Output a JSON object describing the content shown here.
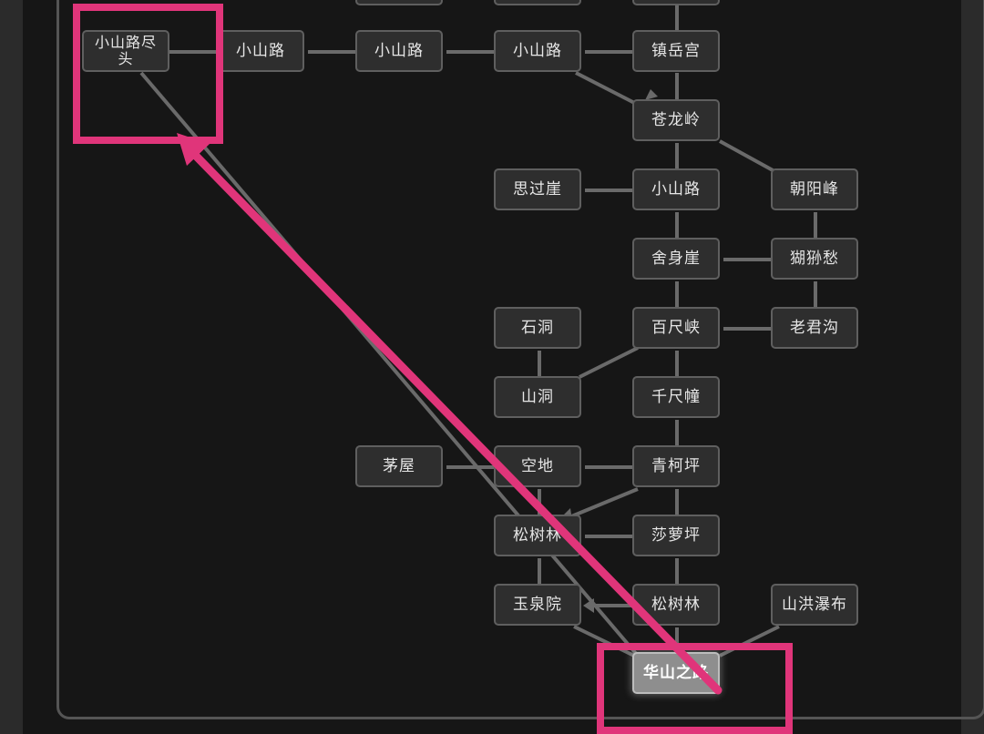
{
  "rooms": {
    "xiaoshanlu_jintou": "小山路尽头",
    "xiaoshanlu_1": "小山路",
    "xiaoshanlu_2": "小山路",
    "xiaoshanlu_3": "小山路",
    "zhenyuegong": "镇岳宫",
    "canglongling": "苍龙岭",
    "siguoya": "思过崖",
    "xiaoshanlu_4": "小山路",
    "zhaoyangfeng": "朝阳峰",
    "sheshenya": "舍身崖",
    "husunchou": "猢狲愁",
    "shidong": "石洞",
    "baichixia": "百尺峡",
    "laojungou": "老君沟",
    "shandong": "山洞",
    "qianchichuang": "千尺幢",
    "maowu": "茅屋",
    "kongdi": "空地",
    "qingkeping": "青柯坪",
    "songshulin_1": "松树林",
    "shaluoping": "莎萝坪",
    "yuquanyuan": "玉泉院",
    "songshulin_2": "松树林",
    "shanhongpubu": "山洪瀑布",
    "huashanzhilu": "华山之路"
  },
  "colors": {
    "background": "#161616",
    "room_fill": "#2e2e2e",
    "room_border": "#5f5f5f",
    "edge": "#6a6a6a",
    "current_room": "#8e8e8e",
    "annotation": "#e0357a"
  }
}
